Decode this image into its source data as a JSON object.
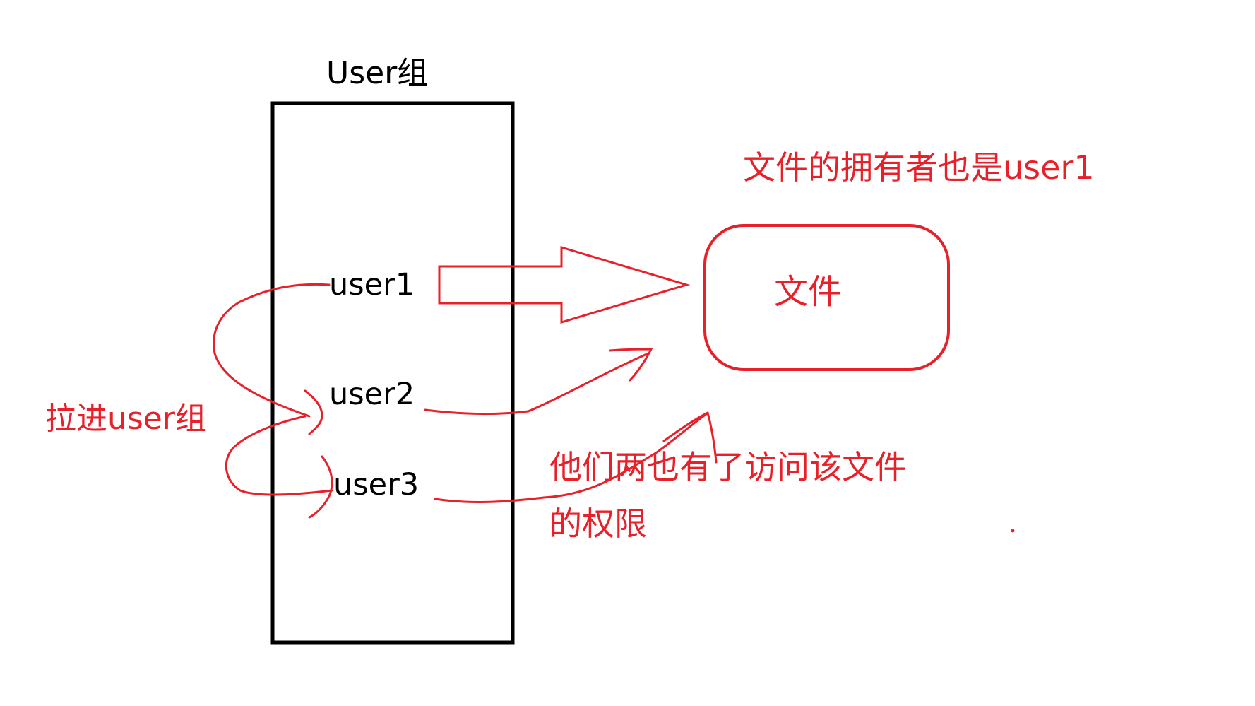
{
  "group": {
    "title": "User组",
    "members": [
      "user1",
      "user2",
      "user3"
    ]
  },
  "file": {
    "label": "文件"
  },
  "notes": {
    "owner": "文件的拥有者也是user1",
    "pull_into_group": "拉进user组",
    "access_line1": "他们两也有了访问该文件",
    "access_line2": "的权限"
  },
  "colors": {
    "ink": "#000000",
    "annotation": "#e8202a",
    "background": "#ffffff"
  }
}
